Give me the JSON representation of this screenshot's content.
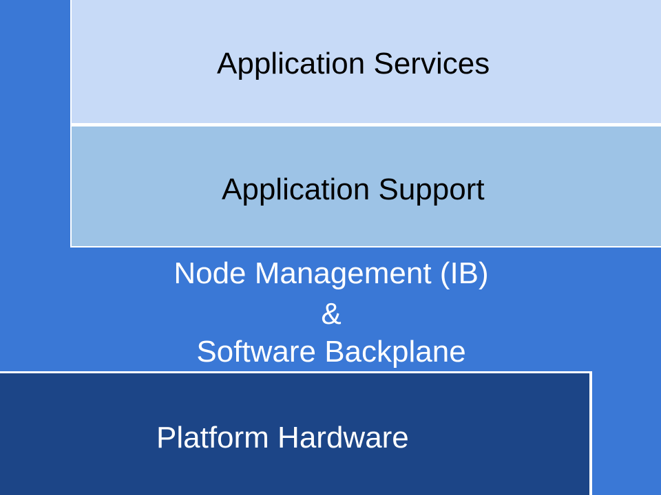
{
  "layers": {
    "application_services": "Application Services",
    "application_support": "Application Support",
    "node_management": {
      "line1": "Node Management (IB)",
      "line2": "&",
      "line3": "Software Backplane"
    },
    "platform_hardware": "Platform Hardware"
  },
  "colors": {
    "background": "#3a78d6",
    "application_services_fill": "#c7daf7",
    "application_support_fill": "#9dc3e6",
    "platform_hardware_fill": "#1c4587",
    "border": "#ffffff"
  }
}
